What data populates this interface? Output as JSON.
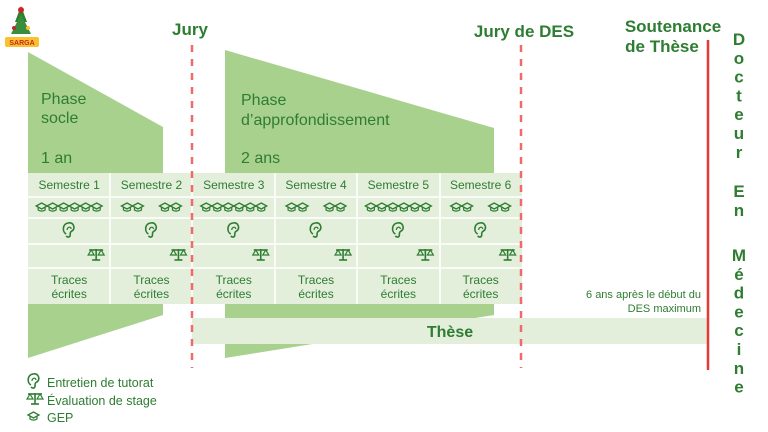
{
  "logo": {
    "text": "SARGA"
  },
  "top_labels": {
    "jury": "Jury",
    "jury_des": "Jury de DES",
    "soutenance_line1": "Soutenance",
    "soutenance_line2": "de Thèse"
  },
  "vertical_label": {
    "line1": "Docteur",
    "line2": "En",
    "line3": "Médecine"
  },
  "phases": [
    {
      "name_line1": "Phase",
      "name_line2": "socle",
      "duration": "1 an"
    },
    {
      "name_line1": "Phase",
      "name_line2": "d’approfondissement",
      "duration": "2 ans"
    }
  ],
  "semesters": [
    {
      "label": "Semestre 1",
      "gep_count": 6,
      "traces_line1": "Traces",
      "traces_line2": "écrites"
    },
    {
      "label": "Semestre 2",
      "gep_count": 4,
      "traces_line1": "Traces",
      "traces_line2": "écrites"
    },
    {
      "label": "Semestre 3",
      "gep_count": 6,
      "traces_line1": "Traces",
      "traces_line2": "écrites"
    },
    {
      "label": "Semestre 4",
      "gep_count": 4,
      "traces_line1": "Traces",
      "traces_line2": "écrites"
    },
    {
      "label": "Semestre 5",
      "gep_count": 6,
      "traces_line1": "Traces",
      "traces_line2": "écrites"
    },
    {
      "label": "Semestre 6",
      "gep_count": 4,
      "traces_line1": "Traces",
      "traces_line2": "écrites"
    }
  ],
  "these": {
    "label": "Thèse",
    "note_line1": "6 ans après le début du",
    "note_line2": "DES maximum"
  },
  "legend": [
    {
      "icon": "ear-icon",
      "label": "Entretien de tutorat"
    },
    {
      "icon": "balance-scale-icon",
      "label": "Évaluation de stage"
    },
    {
      "icon": "graduation-cap-icon",
      "label": "GEP"
    }
  ],
  "colors": {
    "band": "#e3eedb",
    "phase_shape": "#a9d18e",
    "text": "#2e7d32",
    "dashed_line": "#ef6b6b",
    "thesis_line": "#e53935"
  }
}
